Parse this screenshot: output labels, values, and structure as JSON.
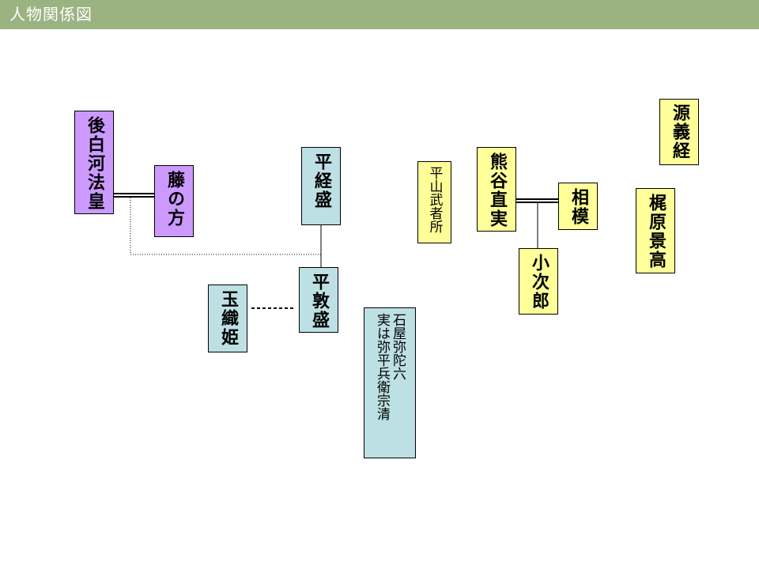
{
  "header": {
    "title": "人物関係図"
  },
  "colors": {
    "title_bar": "#9bb381",
    "court": "#cc99ff",
    "heike": "#bde0e4",
    "genji": "#ffff99"
  },
  "nodes": {
    "goshirakawa": {
      "label": "後白河法皇",
      "group": "court"
    },
    "fujinokata": {
      "label": "藤の方",
      "group": "court"
    },
    "tsunemori": {
      "label": "平経盛",
      "group": "heike"
    },
    "atsumori": {
      "label": "平敦盛",
      "group": "heike"
    },
    "tamaorihime": {
      "label": "玉織姫",
      "group": "heike"
    },
    "yasuke": {
      "label_line1": "石屋弥陀六",
      "label_line2": "実は弥平兵衛宗清",
      "group": "heike"
    },
    "hirayama": {
      "label": "平山武者所",
      "group": "genji"
    },
    "kumagai": {
      "label": "熊谷直実",
      "group": "genji"
    },
    "sagami": {
      "label": "相模",
      "group": "genji"
    },
    "kojiro": {
      "label": "小次郎",
      "group": "genji"
    },
    "yoshitsune": {
      "label": "源義経",
      "group": "genji"
    },
    "kagetaka": {
      "label": "梶原景高",
      "group": "genji"
    }
  },
  "relations": [
    {
      "from": "goshirakawa",
      "to": "fujinokata",
      "type": "marriage"
    },
    {
      "from": "goshirakawa-fujinokata",
      "to": "atsumori",
      "type": "hidden-parentage"
    },
    {
      "from": "tsunemori",
      "to": "atsumori",
      "type": "parent-child"
    },
    {
      "from": "tamaorihime",
      "to": "atsumori",
      "type": "lovers"
    },
    {
      "from": "kumagai",
      "to": "sagami",
      "type": "marriage"
    },
    {
      "from": "kumagai-sagami",
      "to": "kojiro",
      "type": "parent-child"
    }
  ]
}
